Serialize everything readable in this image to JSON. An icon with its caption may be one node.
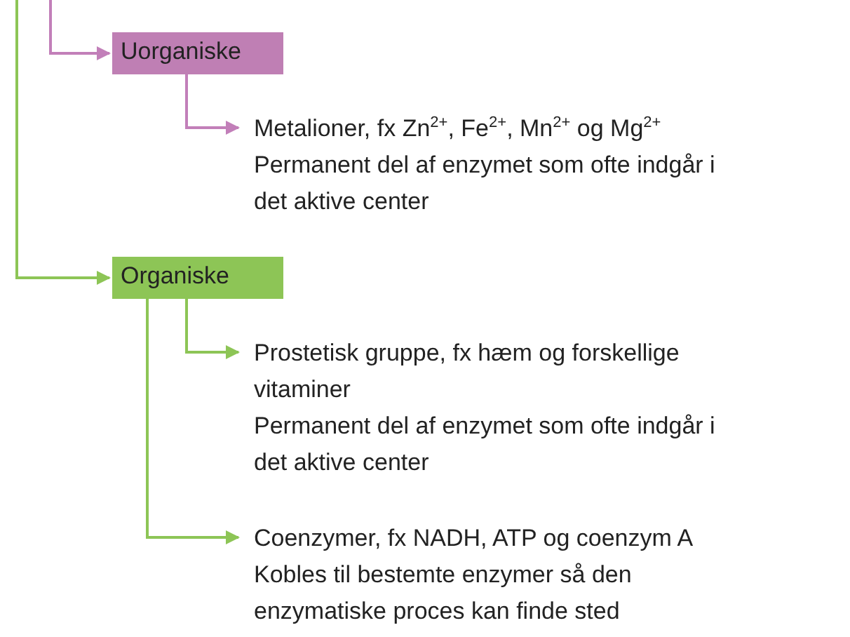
{
  "diagram": {
    "nodes": [
      {
        "text": [
          "Uorganiske"
        ]
      },
      {
        "text": [
          "Metalioner, fx Zn$^{2+}$, Fe$^{2+}$, Mn$^{2+}$ og Mg$^{2+}$",
          "Permanent del af enzymet som ofte indgår i det aktive center"
        ]
      },
      {
        "text": [
          "Organiske"
        ]
      },
      {
        "text": [
          "Prostetisk gruppe, fx hæm og forskellige vitaminer",
          "Permanent del af enzymet som ofte indgår i det aktive center"
        ]
      },
      {
        "text": [
          "Coenzymer, fx NADH, ATP og coenzym A",
          "Kobles til bestemte enzymer så den enzymatiske proces kan finde sted"
        ]
      }
    ],
    "edges": [
      {
        "from": null,
        "to": 0,
        "arrow": "to",
        "color": "#c27fb9"
      },
      {
        "from": 0,
        "to": 1,
        "arrow": "to",
        "color": "#c27fb9"
      },
      {
        "from": null,
        "to": 2,
        "arrow": "to"
      },
      {
        "from": 2,
        "to": 3,
        "arrow": "to"
      },
      {
        "from": 2,
        "to": 4,
        "arrow": "to"
      }
    ]
  }
}
